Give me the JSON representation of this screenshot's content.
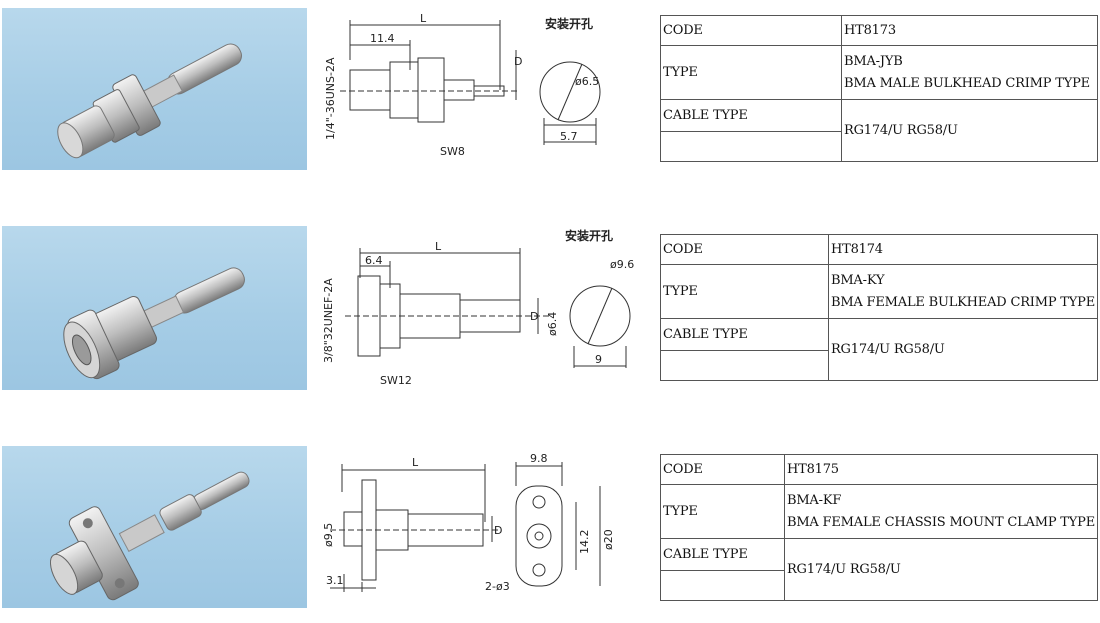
{
  "products": [
    {
      "code_label": "CODE",
      "code": "HT8173",
      "type_label": "TYPE",
      "type_name": "BMA-JYB",
      "type_desc": "BMA MALE BULKHEAD CRIMP TYPE",
      "cable_label": "CABLE TYPE",
      "cable": "RG174/U RG58/U",
      "drawing": {
        "mount_title": "安装开孔",
        "dims": [
          "L",
          "11.4",
          "D",
          "1/4\"-36UNS-2A",
          "SW8",
          "ø6.5",
          "5.7"
        ]
      }
    },
    {
      "code_label": "CODE",
      "code": "HT8174",
      "type_label": "TYPE",
      "type_name": "BMA-KY",
      "type_desc": "BMA FEMALE BULKHEAD CRIMP TYPE",
      "cable_label": "CABLE TYPE",
      "cable": "RG174/U RG58/U",
      "drawing": {
        "mount_title": "安装开孔",
        "dims": [
          "L",
          "6.4",
          "D",
          "ø6.4",
          "3/8\"32UNEF-2A",
          "SW12",
          "ø9.6",
          "9"
        ]
      }
    },
    {
      "code_label": "CODE",
      "code": "HT8175",
      "type_label": "TYPE",
      "type_name": "BMA-KF",
      "type_desc": "BMA FEMALE CHASSIS MOUNT CLAMP TYPE",
      "cable_label": "CABLE TYPE",
      "cable": "RG174/U RG58/U",
      "drawing": {
        "mount_title": "",
        "dims": [
          "L",
          "ø9.5",
          "D",
          "3.1",
          "9.8",
          "14.2",
          "ø20",
          "2-ø3"
        ]
      }
    }
  ]
}
